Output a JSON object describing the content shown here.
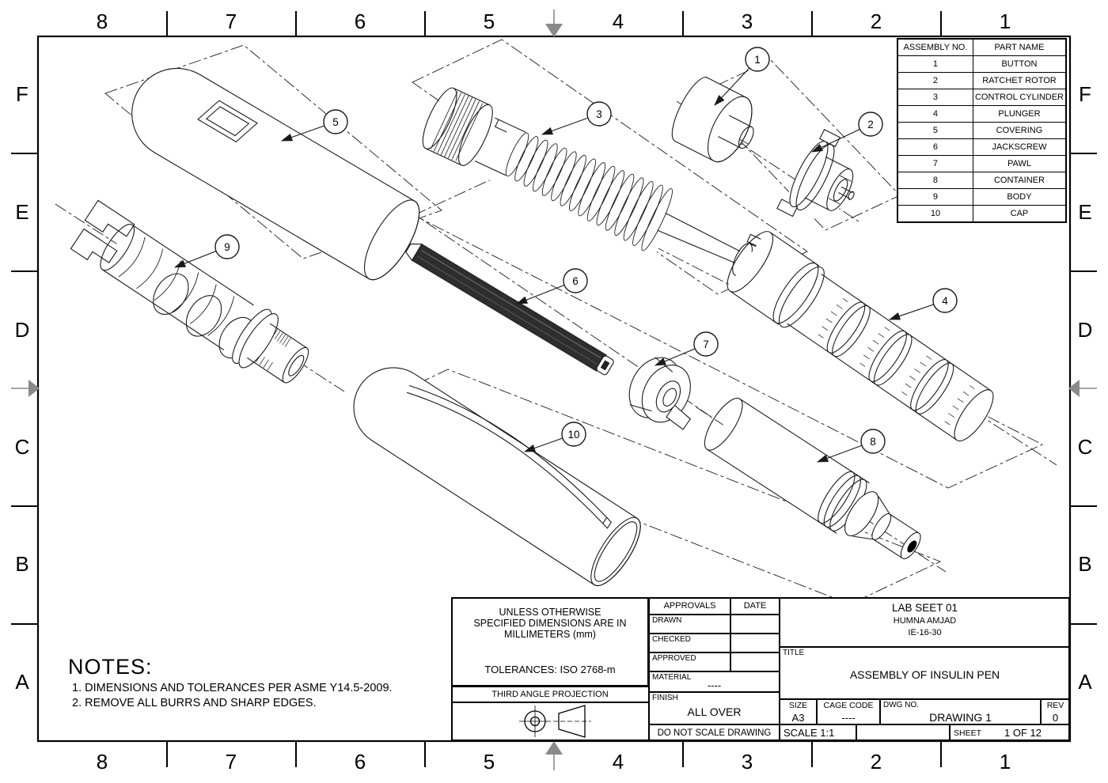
{
  "sheet": {
    "zones": {
      "cols": [
        "8",
        "7",
        "6",
        "5",
        "4",
        "3",
        "2",
        "1"
      ],
      "rows": [
        "F",
        "E",
        "D",
        "C",
        "B",
        "A"
      ]
    },
    "parts_table": {
      "col1": "ASSEMBLY NO.",
      "col2": "PART NAME",
      "rows": [
        {
          "no": "1",
          "name": "BUTTON"
        },
        {
          "no": "2",
          "name": "RATCHET ROTOR"
        },
        {
          "no": "3",
          "name": "CONTROL CYLINDER"
        },
        {
          "no": "4",
          "name": "PLUNGER"
        },
        {
          "no": "5",
          "name": "COVERING"
        },
        {
          "no": "6",
          "name": "JACKSCREW"
        },
        {
          "no": "7",
          "name": "PAWL"
        },
        {
          "no": "8",
          "name": "CONTAINER"
        },
        {
          "no": "9",
          "name": "BODY"
        },
        {
          "no": "10",
          "name": "CAP"
        }
      ]
    },
    "balloons": [
      "1",
      "2",
      "3",
      "4",
      "5",
      "6",
      "7",
      "8",
      "9",
      "10"
    ],
    "notes": {
      "heading": "NOTES:",
      "n1": "1. DIMENSIONS AND TOLERANCES PER ASME Y14.5-2009.",
      "n2": "2. REMOVE ALL BURRS AND SHARP EDGES."
    },
    "general": {
      "l1": "UNLESS OTHERWISE",
      "l2": "SPECIFIED DIMENSIONS ARE IN",
      "l3": "MILLIMETERS (mm)",
      "tol": "TOLERANCES: ISO 2768-m",
      "proj": "THIRD ANGLE PROJECTION"
    },
    "approvals": {
      "h1": "APPROVALS",
      "h2": "DATE",
      "drawn": "DRAWN",
      "checked": "CHECKED",
      "approved": "APPROVED",
      "material": "MATERIAL",
      "material_val": "----",
      "finish": "FINISH",
      "finish_val": "ALL OVER",
      "dnsd": "DO NOT SCALE DRAWING"
    },
    "title_block": {
      "org1": "LAB SEET 01",
      "org2": "HUMNA AMJAD",
      "org3": "IE-16-30",
      "title_label": "TITLE",
      "title": "ASSEMBLY OF INSULIN PEN",
      "size_label": "SIZE",
      "size": "A3",
      "cage_label": "CAGE CODE",
      "cage": "----",
      "dwg_label": "DWG NO.",
      "dwg": "DRAWING 1",
      "rev_label": "REV",
      "rev": "0",
      "scale": "SCALE 1:1",
      "sheet_label": "SHEET",
      "sheet": "1 OF 12"
    },
    "colors": {
      "line": "#1a1a1a",
      "centermark": "#8a8a8a",
      "screw_dark": "#2e2e2e"
    }
  }
}
